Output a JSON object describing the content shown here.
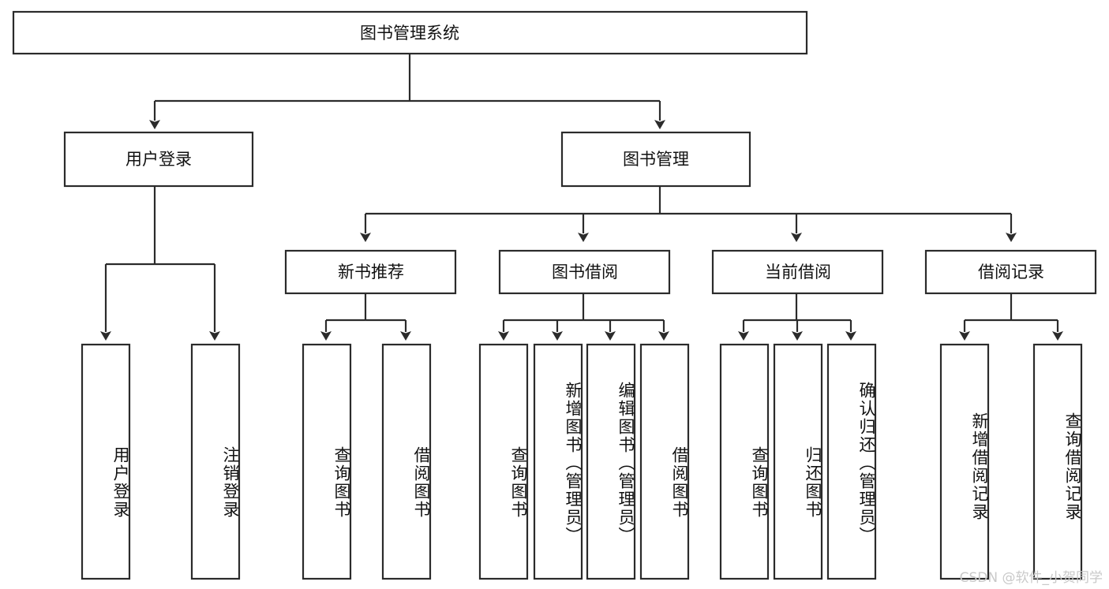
{
  "diagram": {
    "type": "tree-hierarchy",
    "title": "图书管理系统",
    "watermark": "CSDN @软件_小贺同学",
    "levels": {
      "root": {
        "label": "图书管理系统",
        "orientation": "horizontal"
      },
      "level2": [
        {
          "id": "user-login",
          "label": "用户登录",
          "orientation": "horizontal"
        },
        {
          "id": "book-manage",
          "label": "图书管理",
          "orientation": "horizontal"
        }
      ],
      "level3": [
        {
          "id": "new-book-rec",
          "label": "新书推荐",
          "orientation": "horizontal",
          "parent": "book-manage"
        },
        {
          "id": "book-borrow",
          "label": "图书借阅",
          "orientation": "horizontal",
          "parent": "book-manage"
        },
        {
          "id": "current-borrow",
          "label": "当前借阅",
          "orientation": "horizontal",
          "parent": "book-manage"
        },
        {
          "id": "borrow-record",
          "label": "借阅记录",
          "orientation": "horizontal",
          "parent": "book-manage"
        }
      ],
      "leaves": [
        {
          "id": "leaf-user-login",
          "label": "用户登录",
          "orientation": "vertical",
          "parent": "user-login"
        },
        {
          "id": "leaf-user-logout",
          "label": "注销登录",
          "orientation": "vertical",
          "parent": "user-login"
        },
        {
          "id": "leaf-query-book-1",
          "label": "查询图书",
          "orientation": "vertical",
          "parent": "new-book-rec"
        },
        {
          "id": "leaf-borrow-book-1",
          "label": "借阅图书",
          "orientation": "vertical",
          "parent": "new-book-rec"
        },
        {
          "id": "leaf-query-book-2",
          "label": "查询图书",
          "orientation": "vertical",
          "parent": "book-borrow"
        },
        {
          "id": "leaf-add-book",
          "label": "新增图书（管理员）",
          "orientation": "vertical",
          "parent": "book-borrow"
        },
        {
          "id": "leaf-edit-book",
          "label": "编辑图书（管理员）",
          "orientation": "vertical",
          "parent": "book-borrow"
        },
        {
          "id": "leaf-borrow-book-2",
          "label": "借阅图书",
          "orientation": "vertical",
          "parent": "book-borrow"
        },
        {
          "id": "leaf-query-book-3",
          "label": "查询图书",
          "orientation": "vertical",
          "parent": "current-borrow"
        },
        {
          "id": "leaf-return-book",
          "label": "归还图书",
          "orientation": "vertical",
          "parent": "current-borrow"
        },
        {
          "id": "leaf-confirm-return",
          "label": "确认归还（管理员）",
          "orientation": "vertical",
          "parent": "current-borrow"
        },
        {
          "id": "leaf-add-record",
          "label": "新增借阅记录",
          "orientation": "vertical",
          "parent": "borrow-record"
        },
        {
          "id": "leaf-query-record",
          "label": "查询借阅记录",
          "orientation": "vertical",
          "parent": "borrow-record"
        }
      ]
    },
    "colors": {
      "box_stroke": "#2b2b2b",
      "box_fill": "#ffffff",
      "text": "#111111",
      "background": "#ffffff",
      "watermark": "#c9c9c9"
    }
  }
}
